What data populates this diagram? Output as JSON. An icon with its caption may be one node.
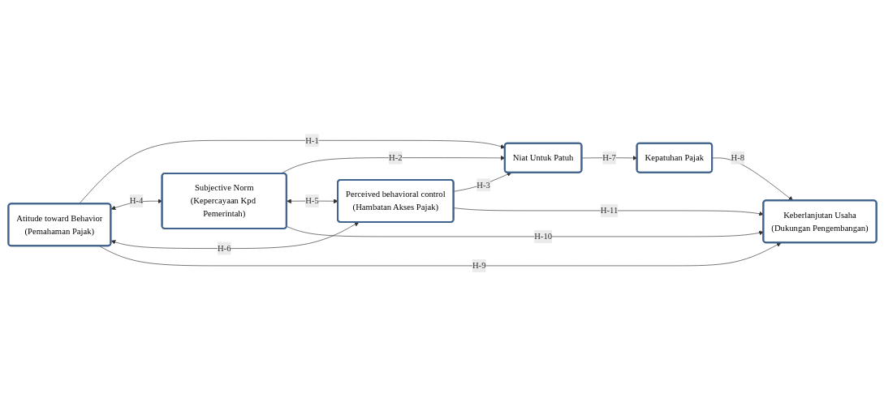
{
  "diagram": {
    "nodes": [
      {
        "text": [
          "Atitude toward Behavior",
          "(Pemahaman Pajak)"
        ]
      },
      {
        "text": [
          "Subjective Norm",
          "(Kepercayaan Kpd Pemerintah)"
        ]
      },
      {
        "text": [
          "Perceived behavioral control",
          "(Hambatan Akses Pajak)"
        ]
      },
      {
        "text": [
          "Niat Untuk Patuh"
        ]
      },
      {
        "text": [
          "Kepatuhan Pajak"
        ]
      },
      {
        "text": [
          "Keberlanjutan Usaha",
          "(Dukungan Pengembangan)"
        ]
      }
    ],
    "edges": [
      {
        "from": 0,
        "to": 3,
        "arrow": "to",
        "label": "H-1"
      },
      {
        "from": 1,
        "to": 3,
        "arrow": "to",
        "label": "H-2"
      },
      {
        "from": 2,
        "to": 3,
        "arrow": "to",
        "label": "H-3"
      },
      {
        "from": 0,
        "to": 1,
        "arrow": "both",
        "label": "H-4"
      },
      {
        "from": 1,
        "to": 2,
        "arrow": "both",
        "label": "H-5"
      },
      {
        "from": 0,
        "to": 2,
        "arrow": "both",
        "label": "H-6"
      },
      {
        "from": 3,
        "to": 4,
        "arrow": "to",
        "label": "H-7"
      },
      {
        "from": 4,
        "to": 5,
        "arrow": "to",
        "label": "H-8"
      },
      {
        "from": 0,
        "to": 5,
        "arrow": "to",
        "label": "H-9"
      },
      {
        "from": 1,
        "to": 5,
        "arrow": "to",
        "label": "H-10"
      },
      {
        "from": 2,
        "to": 5,
        "arrow": "to",
        "label": "H-11"
      }
    ]
  }
}
